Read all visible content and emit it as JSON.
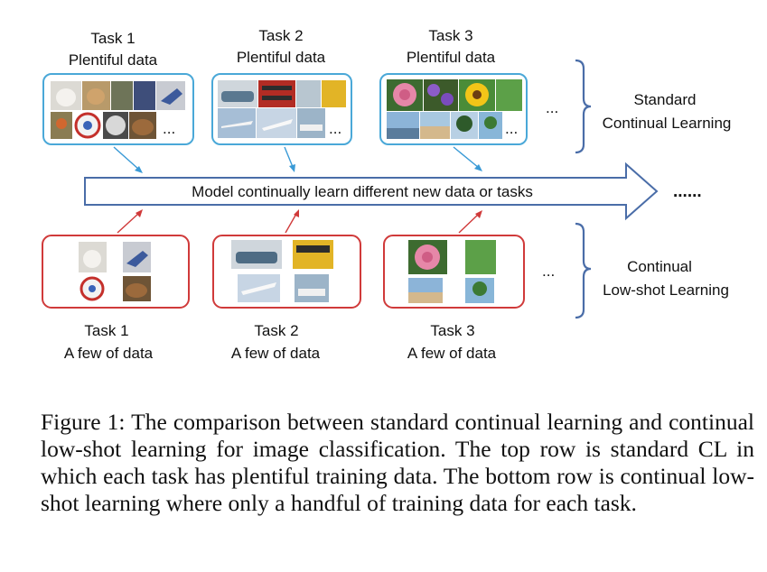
{
  "top_tasks": [
    {
      "name": "Task 1",
      "desc": "Plentiful data"
    },
    {
      "name": "Task 2",
      "desc": "Plentiful data"
    },
    {
      "name": "Task 3",
      "desc": "Plentiful data"
    }
  ],
  "bottom_tasks": [
    {
      "name": "Task 1",
      "desc": "A few of data"
    },
    {
      "name": "Task 2",
      "desc": "A few of data"
    },
    {
      "name": "Task 3",
      "desc": "A few of data"
    }
  ],
  "box_ellipsis": "...",
  "row_ellipsis": "...",
  "arrow_text": "Model continually learn different new data or tasks",
  "arrow_ellipsis": "......",
  "standard_label": [
    "Standard",
    "Continual Learning"
  ],
  "lowshot_label": [
    "Continual",
    "Low-shot Learning"
  ],
  "colors": {
    "top_box": "#4aa8d8",
    "bottom_box": "#d03a3a",
    "main_arrow": "#4a6da8",
    "brace": "#4a6da8",
    "up_arrow": "#d03a3a",
    "down_arrow": "#3a9ad6"
  },
  "caption": "Figure 1: The comparison between standard continual learning and continual low-shot learning for image classification. The top row is standard CL in which each task has plentiful training data. The bottom row is continual low-shot learning where only a handful of training data for each task."
}
